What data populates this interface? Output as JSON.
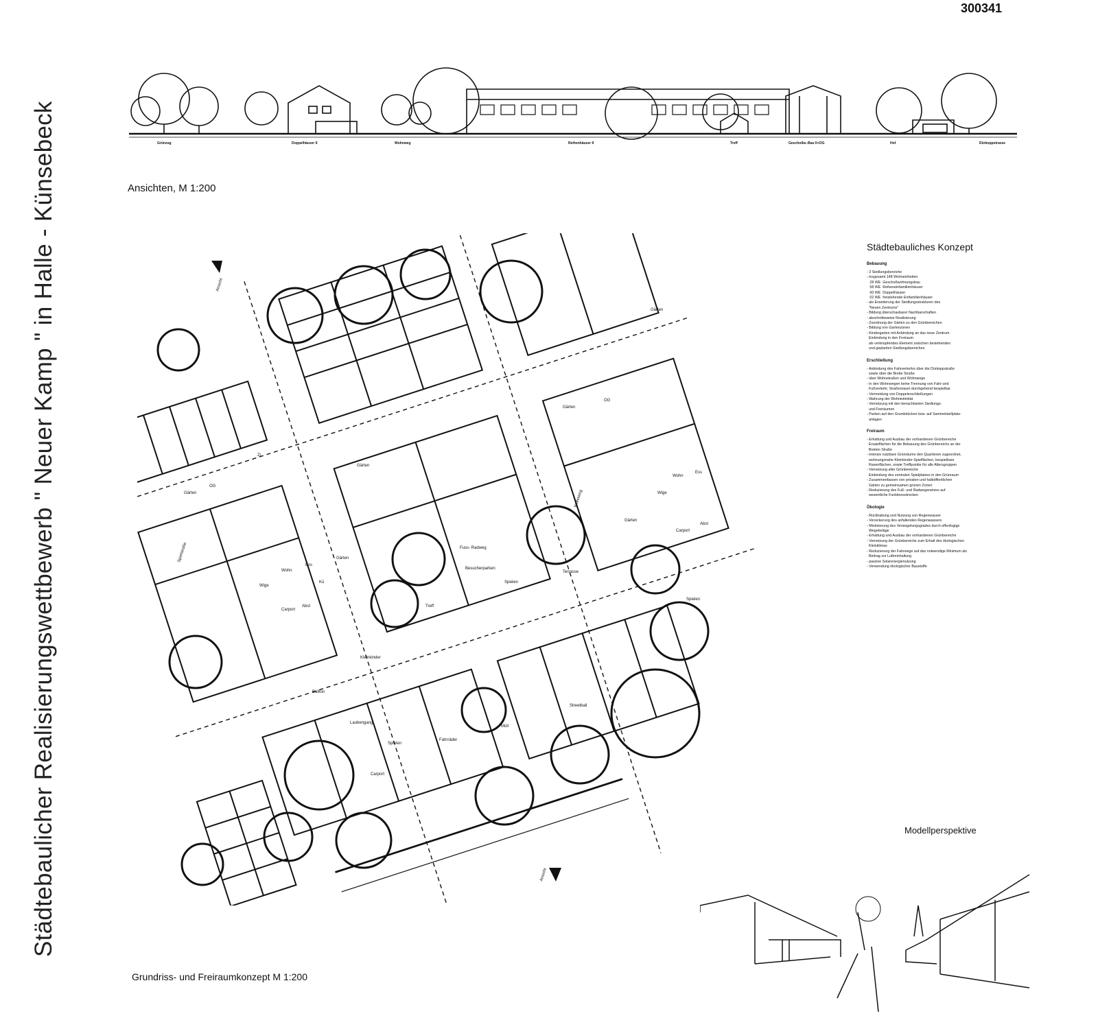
{
  "sheet_number": "300341",
  "vertical_title": "Städtebaulicher  Realisierungswettbewerb  \" Neuer Kamp \" in Halle - Künsebeck",
  "elevation": {
    "caption": "Ansichten,  M 1:200",
    "labels": [
      "Grünzug",
      "Doppelhäuser II",
      "Wohnweg",
      "Reihenhäuser II",
      "Treff",
      "Geschoßw.-Bau II+OG",
      "Hof",
      "Dürkoppstrasse"
    ]
  },
  "plan": {
    "caption": "Grundriss- und Freiraumkonzept M 1:200",
    "labels": {
      "gaerten": "Gärten",
      "og": "OG",
      "carport": "Carport",
      "abst": "Abst",
      "wohn": "Wohn",
      "ess": "Ess",
      "kue": "Kü",
      "wige": "Wige",
      "zi": "Zi",
      "treff": "Treff",
      "spielen": "Spielen",
      "terrasse": "Terrasse",
      "kleinkinder": "Kleinkinder",
      "balkon": "Balkon",
      "laubengang": "Laubengang",
      "fahrraeder": "Fahrräder",
      "fuss_radweg": "Fuss- Radweg",
      "besucherparken": "Besucherparken",
      "wohnweg": "Wohnweg",
      "muell": "Müll",
      "spielstrasse": "Spielstraße",
      "streetball": "Streetball",
      "ansicht": "Ansicht"
    }
  },
  "concept": {
    "title": "Städtebauliches Konzept",
    "sections": [
      {
        "heading": "Bebauung",
        "items": [
          "- 3 Siedlungsbereiche",
          "- insgesamt 148 Wohneinheiten",
          "   28 WE  Geschoßwohnungsbau",
          "   58 WE  Reiheneinfamilienhäuser",
          "   60 WE  Doppelhäuser",
          "   02 WE  freistehende Einfamilienhäuser",
          "- als Erweiterung der Siedlungsstrukturen des",
          "  \"Neuen Zentrums\"",
          "- Bildung überschaubarer Nachbarschaften",
          "- abschnittsweise Realisierung",
          "- Zuordnung der Gärten zu den Grünbereichen",
          "- Bildung von Gartenzonen",
          "- Kindergarten mit Anbindung an das neue Zentrum",
          "  Einbindung in den Freiraum",
          "  als verknüpfendes Element zwischen bestehenden",
          "  und geplanten Siedlungsbereichen"
        ]
      },
      {
        "heading": "Erschließung",
        "items": [
          "- Anbindung des Fahrverkehrs über die Dürkoppstraße",
          "  sowie über die Breite Straße",
          "- über Wohnstraßen und Wohnwege",
          "- in den Wohnwegen keine Trennung von Fahr-und",
          "  Fußverkehr, Straßenraum durchgehend bespielbar",
          "- Vermeidung von Doppelerschließungen",
          "- Wahrung der Wohnintimität",
          "- Vernetzung mit den benachbarten Siedlungs-",
          "  und Freiräumen",
          "- Parken auf den Grundstücken bzw. auf Sammelstellplatz-",
          "  anlagen"
        ]
      },
      {
        "heading": "Freiraum",
        "items": [
          "- Erhaltung und Ausbau der vorhandenen Grünbereiche",
          "  Ersatzflächen für die Bebauung des Grünbereichs an der",
          "  Breiten Straße",
          "- intensiv nutzbare Grünräume den Quartieren zugeordnet,",
          "  wohnungsnahe Kleinkinder-Spielflächen, bespielbare",
          "  Rasenflächen, sowie Treffpunkte für alle Altersgruppen",
          "- Vernetzung aller Grünbereiche",
          "  Einbindung des zentralen Spielplatzes in den Grünraum",
          "- Zusammenfassen von privaten und halböffentlichen",
          "  Gärten zu gemeinsamen grünen Zonen",
          "- Reduzierung des Fuß- und Radwegenetzes auf",
          "  wesentliche Funktionsstrecken"
        ]
      },
      {
        "heading": "Ökologie",
        "items": [
          "- Rückhaltung und Nutzung von Regenwasser",
          "- Versickerung des anfallenden Regenwassers",
          "- Minimierung des Versiegelungsgrades durch offenfugige",
          "  Wegebeläge",
          "- Erhaltung und Ausbau der vorhandenen Grünbereiche",
          "- Vernetzung der Grünbereiche zum Erhalt des ökologischen",
          "  Kleinklimas",
          "- Reduzierung der Fahrwege auf das notwendige Minimum als",
          "  Beitrag zur Luftreinhaltung",
          "- passive Solarenergienutzung",
          "- Verwendung ökologischer Baustoffe"
        ]
      }
    ]
  },
  "model_caption": "Modellperspektive"
}
